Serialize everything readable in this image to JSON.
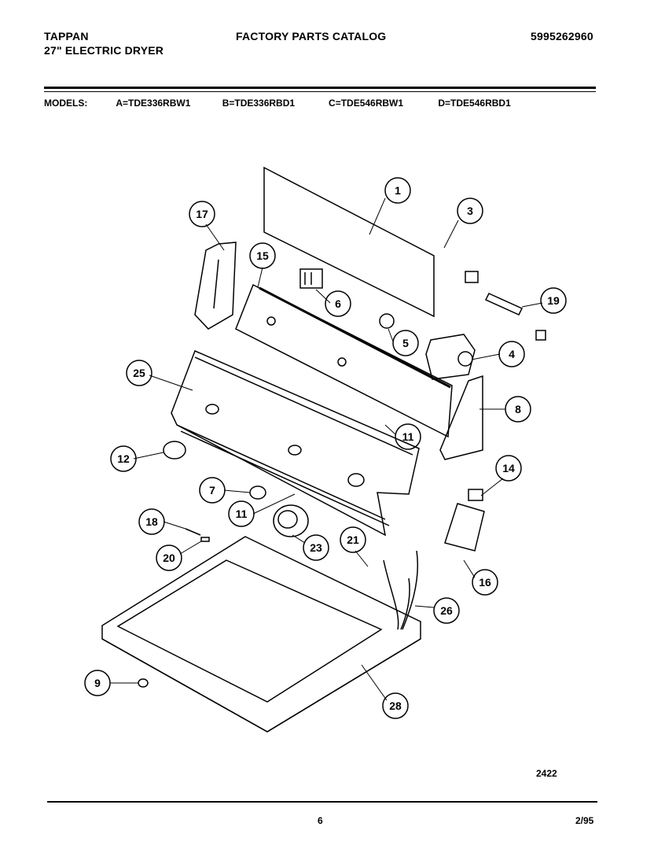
{
  "header": {
    "brand": "TAPPAN",
    "product": "27\" ELECTRIC DRYER",
    "catalog_title": "FACTORY PARTS CATALOG",
    "catalog_number": "5995262960"
  },
  "models": {
    "label": "MODELS:",
    "items": [
      "A=TDE336RBW1",
      "B=TDE336RBD1",
      "C=TDE546RBW1",
      "D=TDE546RBD1"
    ]
  },
  "diagram": {
    "callouts": [
      "1",
      "3",
      "17",
      "15",
      "6",
      "19",
      "5",
      "4",
      "25",
      "8",
      "11",
      "12",
      "7",
      "11",
      "14",
      "18",
      "21",
      "23",
      "20",
      "16",
      "26",
      "9",
      "28"
    ],
    "figure_number": "2422"
  },
  "footer": {
    "page_number": "6",
    "date": "2/95"
  }
}
